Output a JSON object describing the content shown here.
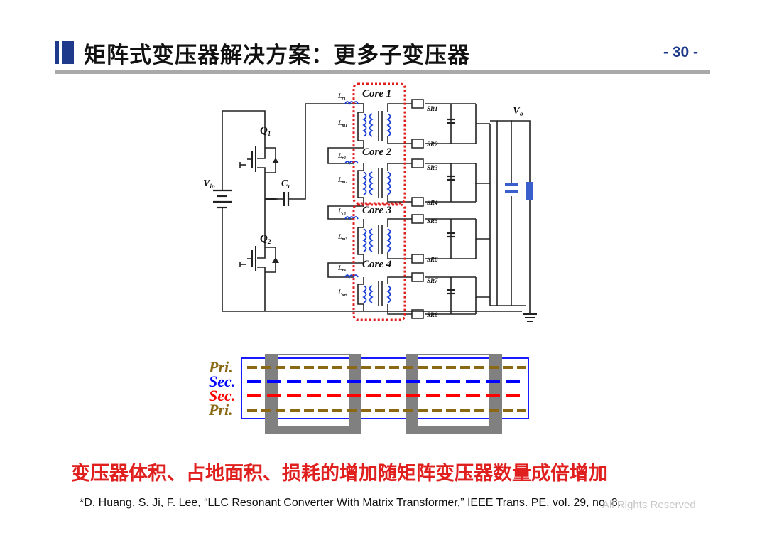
{
  "slide": {
    "title": "矩阵式变压器解决方案：更多子变压器",
    "page_number": "- 30 -",
    "conclusion": "变压器体积、占地面积、损耗的增加随矩阵变压器数量成倍增加",
    "citation": "*D. Huang, S. Ji, F. Lee, “LLC Resonant Converter With Matrix Transformer,” IEEE Trans. PE, vol. 29, no. 8.",
    "watermark": "All Rights Reserved"
  },
  "circuit": {
    "vin": "V",
    "vin_sub": "in",
    "cr": "C",
    "cr_sub": "r",
    "q1": "Q",
    "q1_sub": "1",
    "q2": "Q",
    "q2_sub": "2",
    "vo": "V",
    "vo_sub": "o",
    "cores": [
      "Core 1",
      "Core 2",
      "Core 3",
      "Core 4"
    ],
    "lr_labels": [
      "L",
      "L",
      "L",
      "L"
    ],
    "lr_subs": [
      "r1",
      "r2",
      "r3",
      "r4"
    ],
    "lm_labels": [
      "L",
      "L",
      "L",
      "L"
    ],
    "lm_subs": [
      "m1",
      "m2",
      "m3",
      "m4"
    ],
    "sr_labels": [
      "SR1",
      "SR2",
      "SR3",
      "SR4",
      "SR5",
      "SR6",
      "SR7",
      "SR8"
    ]
  },
  "winding": {
    "labels": [
      "Pri.",
      "Sec.",
      "Sec.",
      "Pri."
    ],
    "colors": [
      "#8b6914",
      "#0000ff",
      "#ff0000",
      "#8b6914"
    ],
    "core_color": "#808080",
    "frame_color": "#0000ff"
  }
}
